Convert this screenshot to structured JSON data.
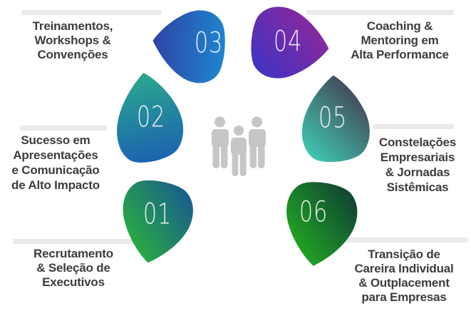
{
  "colors": {
    "separator_bar": "#eaeaea",
    "label_text": "#3d3d3d",
    "number_text": "#ffffff",
    "icon_gray": "#c6c6c6"
  },
  "center": {
    "icon": "people-group"
  },
  "items": [
    {
      "number": "01",
      "label": "Recrutamento & Seleção de Executivos",
      "lines": [
        "Recrutamento",
        "& Seleção de",
        "Executivos"
      ],
      "gradient": {
        "from": "#2fc32b",
        "to": "#164f9b"
      }
    },
    {
      "number": "02",
      "label": "Sucesso em Apresentações e Comunicação de Alto Impacto",
      "lines": [
        "Sucesso em",
        "Apresentações",
        "e Comunicação",
        "de Alto Impacto"
      ],
      "gradient": {
        "from": "#2aa98c",
        "to": "#1c60b2"
      }
    },
    {
      "number": "03",
      "label": "Treinamentos, Workshops & Convenções",
      "lines": [
        "Treinamentos,",
        "Workshops &",
        "Convenções"
      ],
      "gradient": {
        "from": "#2f42a4",
        "to": "#1e88d2"
      }
    },
    {
      "number": "04",
      "label": "Coaching & Mentoring em Alta Performance",
      "lines": [
        "Coaching &",
        "Mentoring em",
        "Alta Performance"
      ],
      "gradient": {
        "from": "#3534c9",
        "to": "#9e2692"
      }
    },
    {
      "number": "05",
      "label": "Constelações Empresariais & Jornadas Sistêmicas",
      "lines": [
        "Constelações",
        "Empresariais",
        "& Jornadas",
        "Sistêmicas"
      ],
      "gradient": {
        "from": "#3ee0c1",
        "to": "#45223f"
      }
    },
    {
      "number": "06",
      "label": "Transição de Careira Individual & Outplacement para Empresas",
      "lines": [
        "Transição de",
        "Careira Individual",
        "& Outplacement",
        "para Empresas"
      ],
      "gradient": {
        "from": "#27c31e",
        "to": "#0d3037"
      }
    }
  ]
}
